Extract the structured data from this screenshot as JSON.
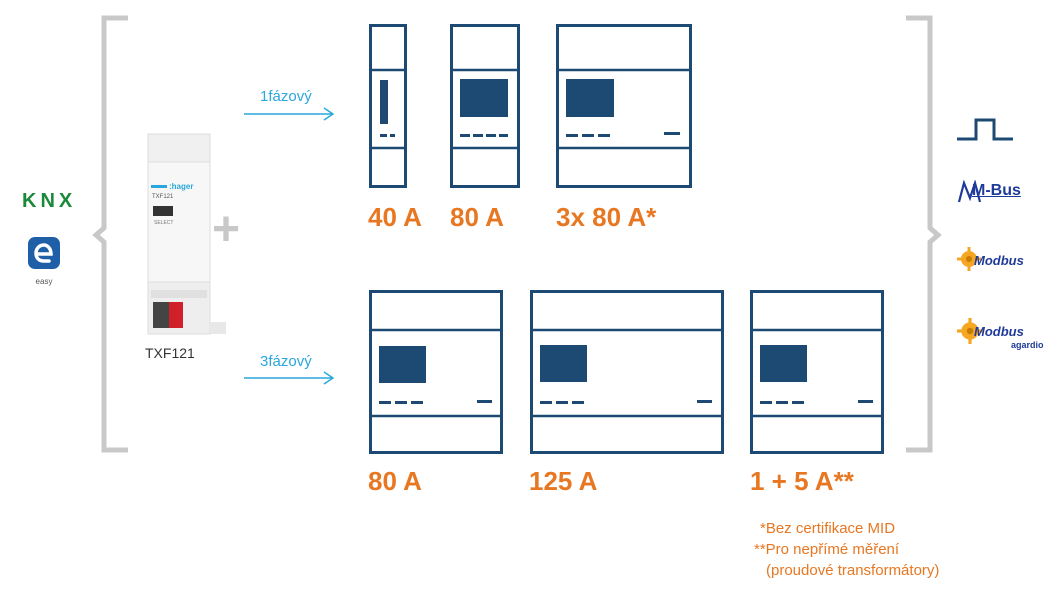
{
  "device": {
    "brand_label": ":hager",
    "model_small": "TXF121",
    "select_label": "SELECT",
    "caption": "TXF121"
  },
  "protocols_left": {
    "knx": "KNX",
    "easy": "easy"
  },
  "plus_sign": "+",
  "phases": {
    "single": "1fázový",
    "three": "3fázový"
  },
  "meters_single": [
    {
      "label": "40 A"
    },
    {
      "label": "80 A"
    },
    {
      "label": "3x 80 A*"
    }
  ],
  "meters_three": [
    {
      "label": "80 A"
    },
    {
      "label": "125 A"
    },
    {
      "label": "1 + 5 A**"
    }
  ],
  "outputs": {
    "mbus": "M-Bus",
    "modbus": "Modbus",
    "modbus_agardio_title": "Modbus",
    "modbus_agardio_sub": "agardio"
  },
  "notes": [
    "*Bez certifikace MID",
    "**Pro nepřímé měření",
    "(proudové transformátory)"
  ],
  "colors": {
    "navy": "#1c4a73",
    "orange": "#e87722",
    "arrow_blue": "#2aa7dc",
    "bracket_gray": "#c8c8c8"
  }
}
